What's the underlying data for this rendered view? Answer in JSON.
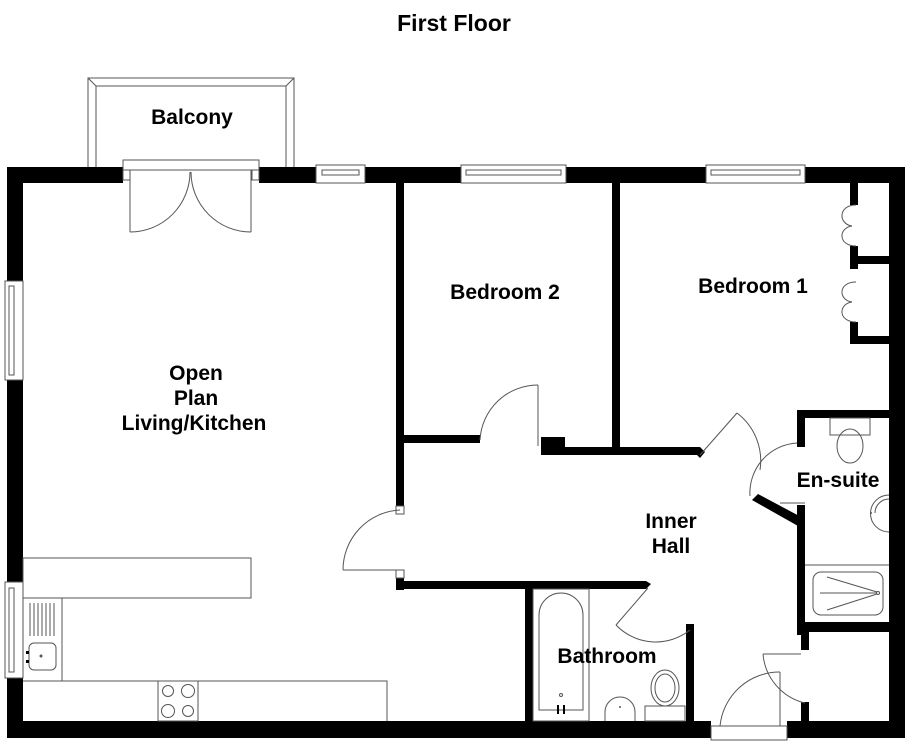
{
  "floorplan": {
    "title": "First Floor",
    "rooms": {
      "balcony": "Balcony",
      "living_line1": "Open",
      "living_line2": "Plan",
      "living_line3": "Living/Kitchen",
      "bedroom2": "Bedroom 2",
      "bedroom1": "Bedroom 1",
      "ensuite": "En-suite",
      "hall_line1": "Inner",
      "hall_line2": "Hall",
      "bathroom": "Bathroom"
    },
    "colors": {
      "wall": "#000000",
      "fixture_line": "#555555",
      "background": "#ffffff"
    }
  }
}
